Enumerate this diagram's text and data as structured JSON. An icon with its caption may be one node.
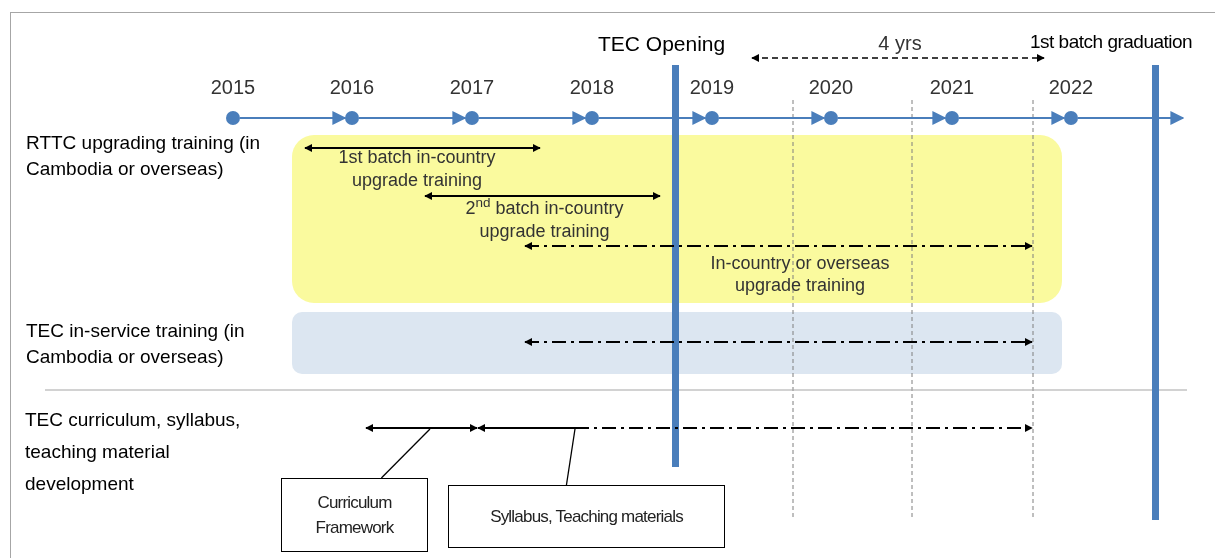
{
  "diagram": {
    "nodes": [
      {
        "text": [],
        "shape": "circle",
        "beside": [
          "2015"
        ]
      },
      {
        "text": [],
        "shape": "circle",
        "beside": [
          "2016"
        ]
      },
      {
        "text": [],
        "shape": "circle",
        "beside": [
          "2017"
        ]
      },
      {
        "text": [],
        "shape": "circle",
        "beside": [
          "2018"
        ]
      },
      {
        "text": [],
        "shape": "circle",
        "beside": [
          "2019"
        ]
      },
      {
        "text": [],
        "shape": "circle",
        "beside": [
          "2020"
        ]
      },
      {
        "text": [],
        "shape": "circle",
        "beside": [
          "2021"
        ]
      },
      {
        "text": [],
        "shape": "circle",
        "beside": [
          "2022"
        ]
      },
      {
        "text": [],
        "shape": "box"
      },
      {
        "text": [],
        "shape": "box"
      },
      {
        "text": [
          "Curriculum Framework"
        ]
      },
      {
        "text": [
          "Syllabus, Teaching materials"
        ]
      }
    ],
    "edges": [
      {
        "from": 0,
        "to": 1,
        "arrow": "to"
      },
      {
        "from": 1,
        "to": 2,
        "arrow": "to"
      },
      {
        "from": 2,
        "to": 3,
        "arrow": "to"
      },
      {
        "from": 3,
        "to": 4,
        "arrow": "to"
      },
      {
        "from": 4,
        "to": 5,
        "arrow": "to"
      },
      {
        "from": 5,
        "to": 6,
        "arrow": "to"
      },
      {
        "from": 6,
        "to": 7,
        "arrow": "to"
      },
      {
        "from": 7,
        "to": null,
        "arrow": "to"
      },
      {
        "from": 10,
        "to": null,
        "arrow": "none",
        "color": "#000000"
      },
      {
        "from": 11,
        "to": null,
        "arrow": "none",
        "color": "#000000"
      }
    ],
    "labels": [
      "TEC Opening",
      "4 yrs",
      "1st batch graduation",
      "RTTC upgrading training (in Cambodia or overseas)",
      "1st batch in-country upgrade training",
      "2$^{nd}$ batch in-country upgrade training",
      "In-country or overseas upgrade training",
      "TEC in-service training (in Cambodia or overseas)",
      "TEC curriculum, syllabus, teaching material development"
    ]
  }
}
